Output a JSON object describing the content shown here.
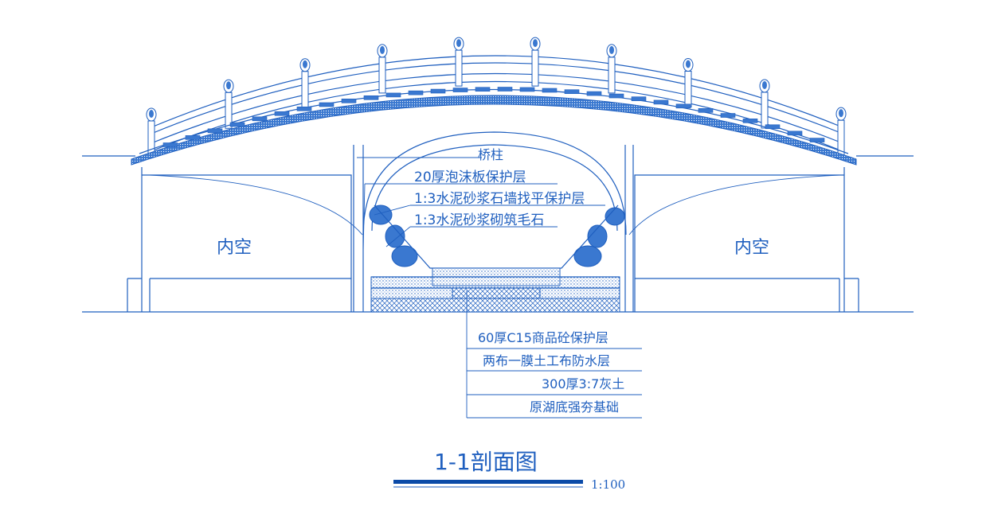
{
  "colors": {
    "line": "#1f5fbf",
    "dark": "#0a4aa8",
    "background": "#ffffff"
  },
  "labels": {
    "bridge_pier": "桥柱",
    "foam_board": "20厚泡沫板保护层",
    "mortar_wall": "1:3水泥砂浆石墙找平保护层",
    "rubble_masonry": "1:3水泥砂浆砌筑毛石",
    "hollow_left": "内空",
    "hollow_right": "内空"
  },
  "layers": [
    "60厚C15商品砼保护层",
    "两布一膜土工布防水层",
    "300厚3:7灰土",
    "原湖底强夯基础"
  ],
  "title": {
    "main": "1-1剖面图",
    "scale": "1:100"
  }
}
